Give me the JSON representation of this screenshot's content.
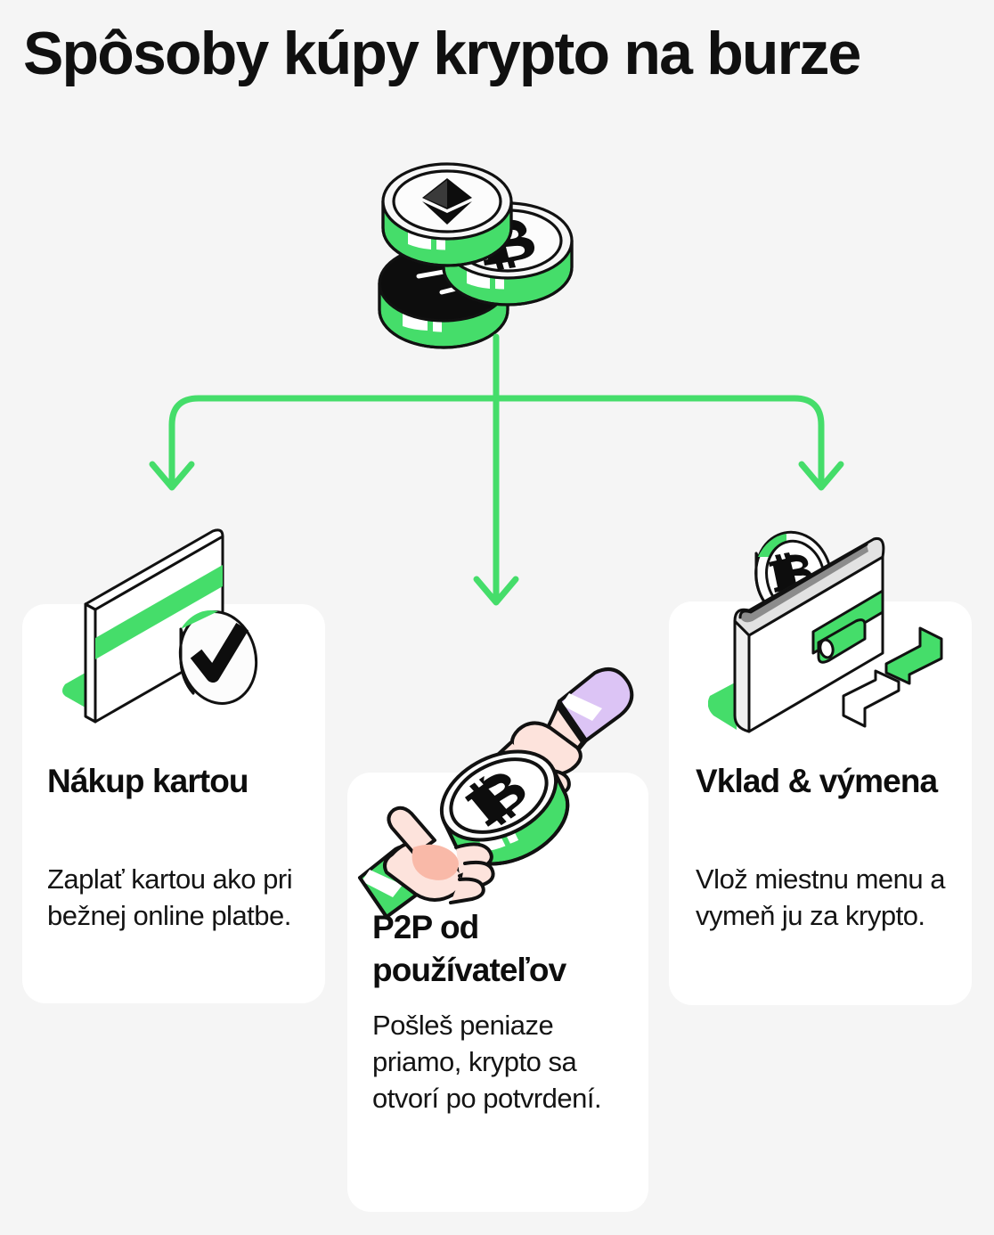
{
  "page": {
    "title": "Spôsoby kúpy krypto na burze",
    "background_color": "#f5f5f5",
    "accent_color": "#45dd6a",
    "text_color": "#101010",
    "card_color": "#ffffff"
  },
  "hero": {
    "icon": "stacked-crypto-coins",
    "coins": [
      {
        "symbol": "ethereum",
        "glyph": "ETH"
      },
      {
        "symbol": "bitcoin",
        "glyph": "BTC"
      },
      {
        "symbol": "generic-coin",
        "glyph": ""
      }
    ]
  },
  "connector": {
    "type": "tree-branch-arrows",
    "color": "#45dd6a",
    "branches": 3
  },
  "cards": [
    {
      "id": "nakup-kartou",
      "title": "Nákup kartou",
      "body": "Zaplať kartou ako pri bežnej online platbe.",
      "icon": "payment-card-with-check-coin"
    },
    {
      "id": "p2p-od-pouzivatelov",
      "title": "P2P od používateľov",
      "body": "Pošleš peniaze priamo, krypto sa otvorí po potvrdení.",
      "icon": "two-hands-exchanging-bitcoin"
    },
    {
      "id": "vklad-vymena",
      "title": "Vklad & výmena",
      "body": "Vlož miestnu menu a vymeň ju za krypto.",
      "icon": "wallet-with-bitcoin-and-exchange-arrows"
    }
  ]
}
